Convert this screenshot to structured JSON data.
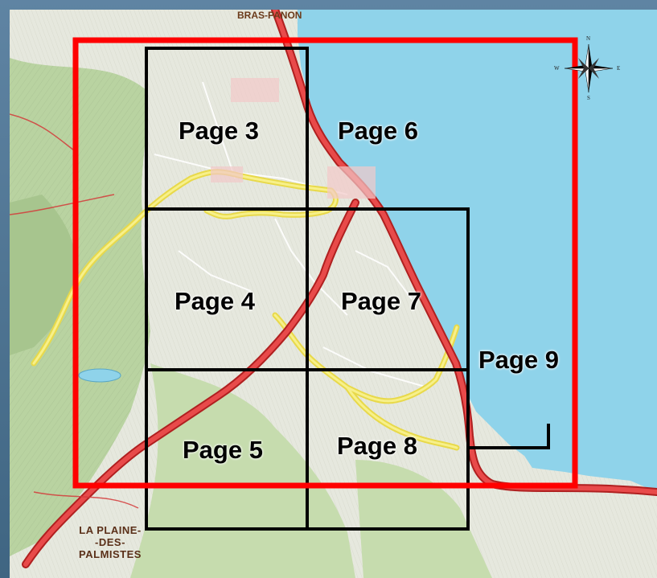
{
  "map": {
    "page_labels": [
      {
        "id": "3",
        "text": "Page 3"
      },
      {
        "id": "6",
        "text": "Page 6"
      },
      {
        "id": "4",
        "text": "Page 4"
      },
      {
        "id": "7",
        "text": "Page 7"
      },
      {
        "id": "9",
        "text": "Page 9"
      },
      {
        "id": "5",
        "text": "Page 5"
      },
      {
        "id": "8",
        "text": "Page 8"
      }
    ],
    "towns": {
      "bras_panon": "BRAS-PANON",
      "plaine_line1": "LA PLAINE-",
      "plaine_line2": "-DES-",
      "plaine_line3": "PALMISTES"
    },
    "compass": {
      "n": "N",
      "s": "S",
      "e": "E",
      "w": "W"
    },
    "colors": {
      "ocean": "#8fd3ea",
      "land": "#e6e8de",
      "forest": "#b9d3a1",
      "road": "#e33b3b",
      "trail": "#f3ec6b",
      "grid": "#000000",
      "extent": "#ff0000"
    }
  }
}
